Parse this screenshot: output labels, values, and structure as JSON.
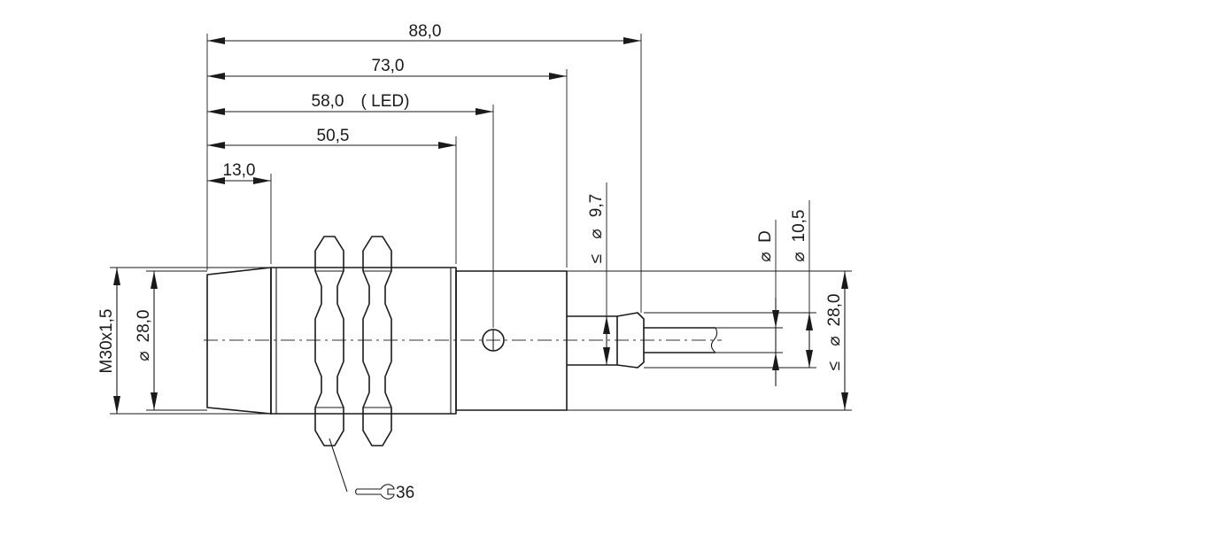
{
  "drawing": {
    "top_dims": {
      "d88": "88,0",
      "d73": "73,0",
      "d58": "58,0",
      "d58_note": "( LED)",
      "d50": "50,5",
      "d13": "13,0"
    },
    "left_dims": {
      "thread": "M30x1,5",
      "dia28": "28,0"
    },
    "right_dims": {
      "dia97": "9,7",
      "diaD": "D",
      "dia105": "10,5",
      "dia28": "28,0"
    },
    "wrench": {
      "size": "36"
    },
    "symbols": {
      "diameter": "⌀",
      "le": "≤"
    }
  }
}
